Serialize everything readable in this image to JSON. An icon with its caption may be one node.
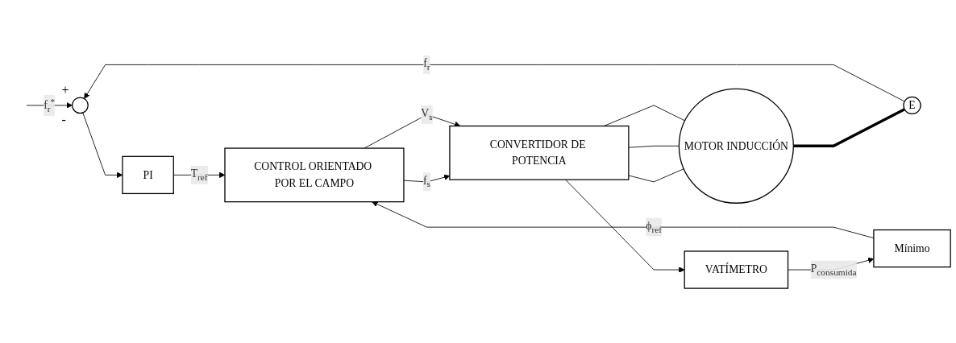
{
  "diagram": {
    "nodes": [
      {
        "text": [],
        "shape": "circle",
        "beside": [
          "+",
          "-"
        ]
      },
      {
        "text": [
          "PI"
        ]
      },
      {
        "text": [
          "CONTROL ORIENTADO POR EL CAMPO"
        ]
      },
      {
        "text": [
          "CONVERTIDOR DE POTENCIA"
        ]
      },
      {
        "text": [
          "MOTOR INDUCCIÓN"
        ]
      },
      {
        "text": [
          "E"
        ]
      },
      {
        "text": [
          "Mínimo"
        ]
      },
      {
        "text": [
          "VATÍMETRO"
        ]
      }
    ],
    "edges": [
      {
        "from": null,
        "to": 0,
        "arrow": "to",
        "label": "f$_{r}$$^{*}$"
      },
      {
        "from": 0,
        "to": 1,
        "arrow": "to"
      },
      {
        "from": 1,
        "to": 2,
        "arrow": "to",
        "label": "T$_{ref}$"
      },
      {
        "from": 2,
        "to": 3,
        "arrow": "to",
        "label": "f$_{s}$"
      },
      {
        "from": 2,
        "to": 3,
        "arrow": "to",
        "label": "V$_{s}$"
      },
      {
        "from": 3,
        "to": 4,
        "arrow": "none"
      },
      {
        "from": 3,
        "to": 4,
        "arrow": "none"
      },
      {
        "from": 3,
        "to": 4,
        "arrow": "none"
      },
      {
        "from": 4,
        "to": 5,
        "arrow": "none",
        "style": "thick"
      },
      {
        "from": 5,
        "to": 0,
        "arrow": "to",
        "label": "f$_{r}$"
      },
      {
        "from": 3,
        "to": 7,
        "arrow": "to"
      },
      {
        "from": 7,
        "to": 6,
        "arrow": "to",
        "label": "P$_{consumida}$"
      },
      {
        "from": 6,
        "to": 2,
        "arrow": "to",
        "label": "ϕ$_{ref}$"
      }
    ]
  }
}
